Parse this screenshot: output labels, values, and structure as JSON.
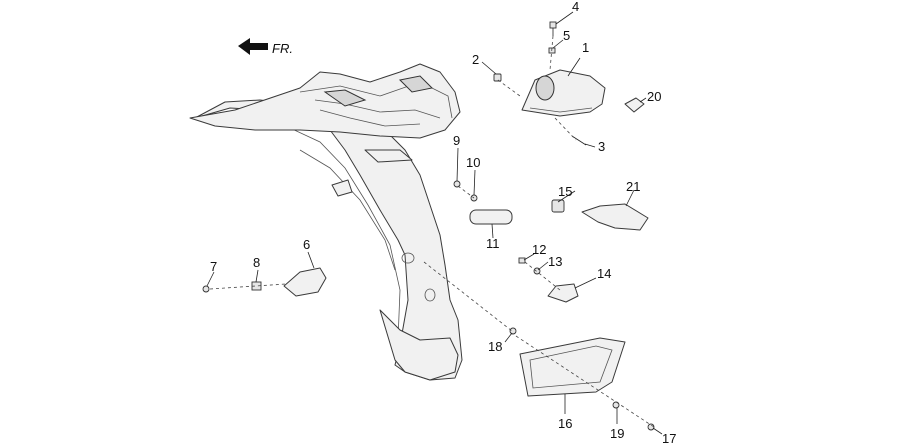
{
  "direction_label": "FR.",
  "callouts": [
    {
      "id": "1",
      "text": "1"
    },
    {
      "id": "2",
      "text": "2"
    },
    {
      "id": "3",
      "text": "3"
    },
    {
      "id": "4",
      "text": "4"
    },
    {
      "id": "5",
      "text": "5"
    },
    {
      "id": "6",
      "text": "6"
    },
    {
      "id": "7",
      "text": "7"
    },
    {
      "id": "8",
      "text": "8"
    },
    {
      "id": "9",
      "text": "9"
    },
    {
      "id": "10",
      "text": "10"
    },
    {
      "id": "11",
      "text": "11"
    },
    {
      "id": "12",
      "text": "12"
    },
    {
      "id": "13",
      "text": "13"
    },
    {
      "id": "14",
      "text": "14"
    },
    {
      "id": "15",
      "text": "15"
    },
    {
      "id": "16",
      "text": "16"
    },
    {
      "id": "17",
      "text": "17"
    },
    {
      "id": "18",
      "text": "18"
    },
    {
      "id": "19",
      "text": "19"
    },
    {
      "id": "20",
      "text": "20"
    },
    {
      "id": "21",
      "text": "21"
    }
  ],
  "icons": {
    "direction_arrow": "arrow-left-icon"
  }
}
